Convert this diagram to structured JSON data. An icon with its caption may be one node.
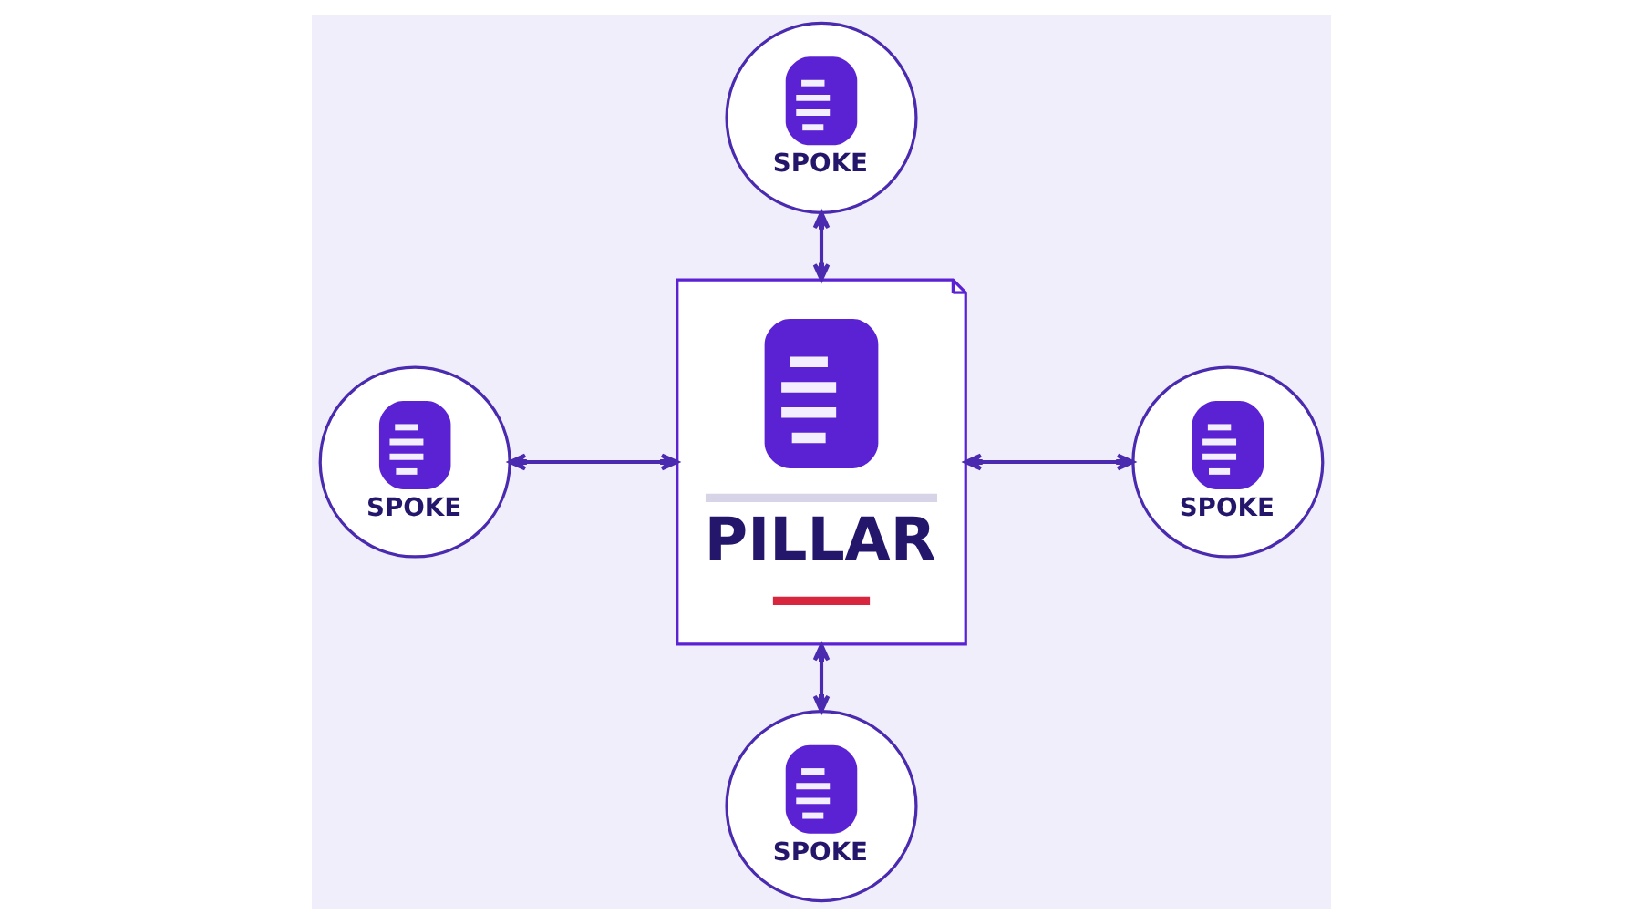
{
  "diagram": {
    "nodes": [
      {
        "text": [
          "SPOKE"
        ]
      },
      {
        "text": [
          "SPOKE"
        ]
      },
      {
        "text": [
          "PILLAR"
        ]
      },
      {
        "text": [
          "SPOKE"
        ]
      },
      {
        "text": [
          "SPOKE"
        ]
      }
    ],
    "edges": [
      {
        "from": 0,
        "to": 2,
        "arrow": "both"
      },
      {
        "from": 1,
        "to": 2,
        "arrow": "both"
      },
      {
        "from": 2,
        "to": 3,
        "arrow": "both"
      },
      {
        "from": 2,
        "to": 4,
        "arrow": "both"
      }
    ]
  }
}
